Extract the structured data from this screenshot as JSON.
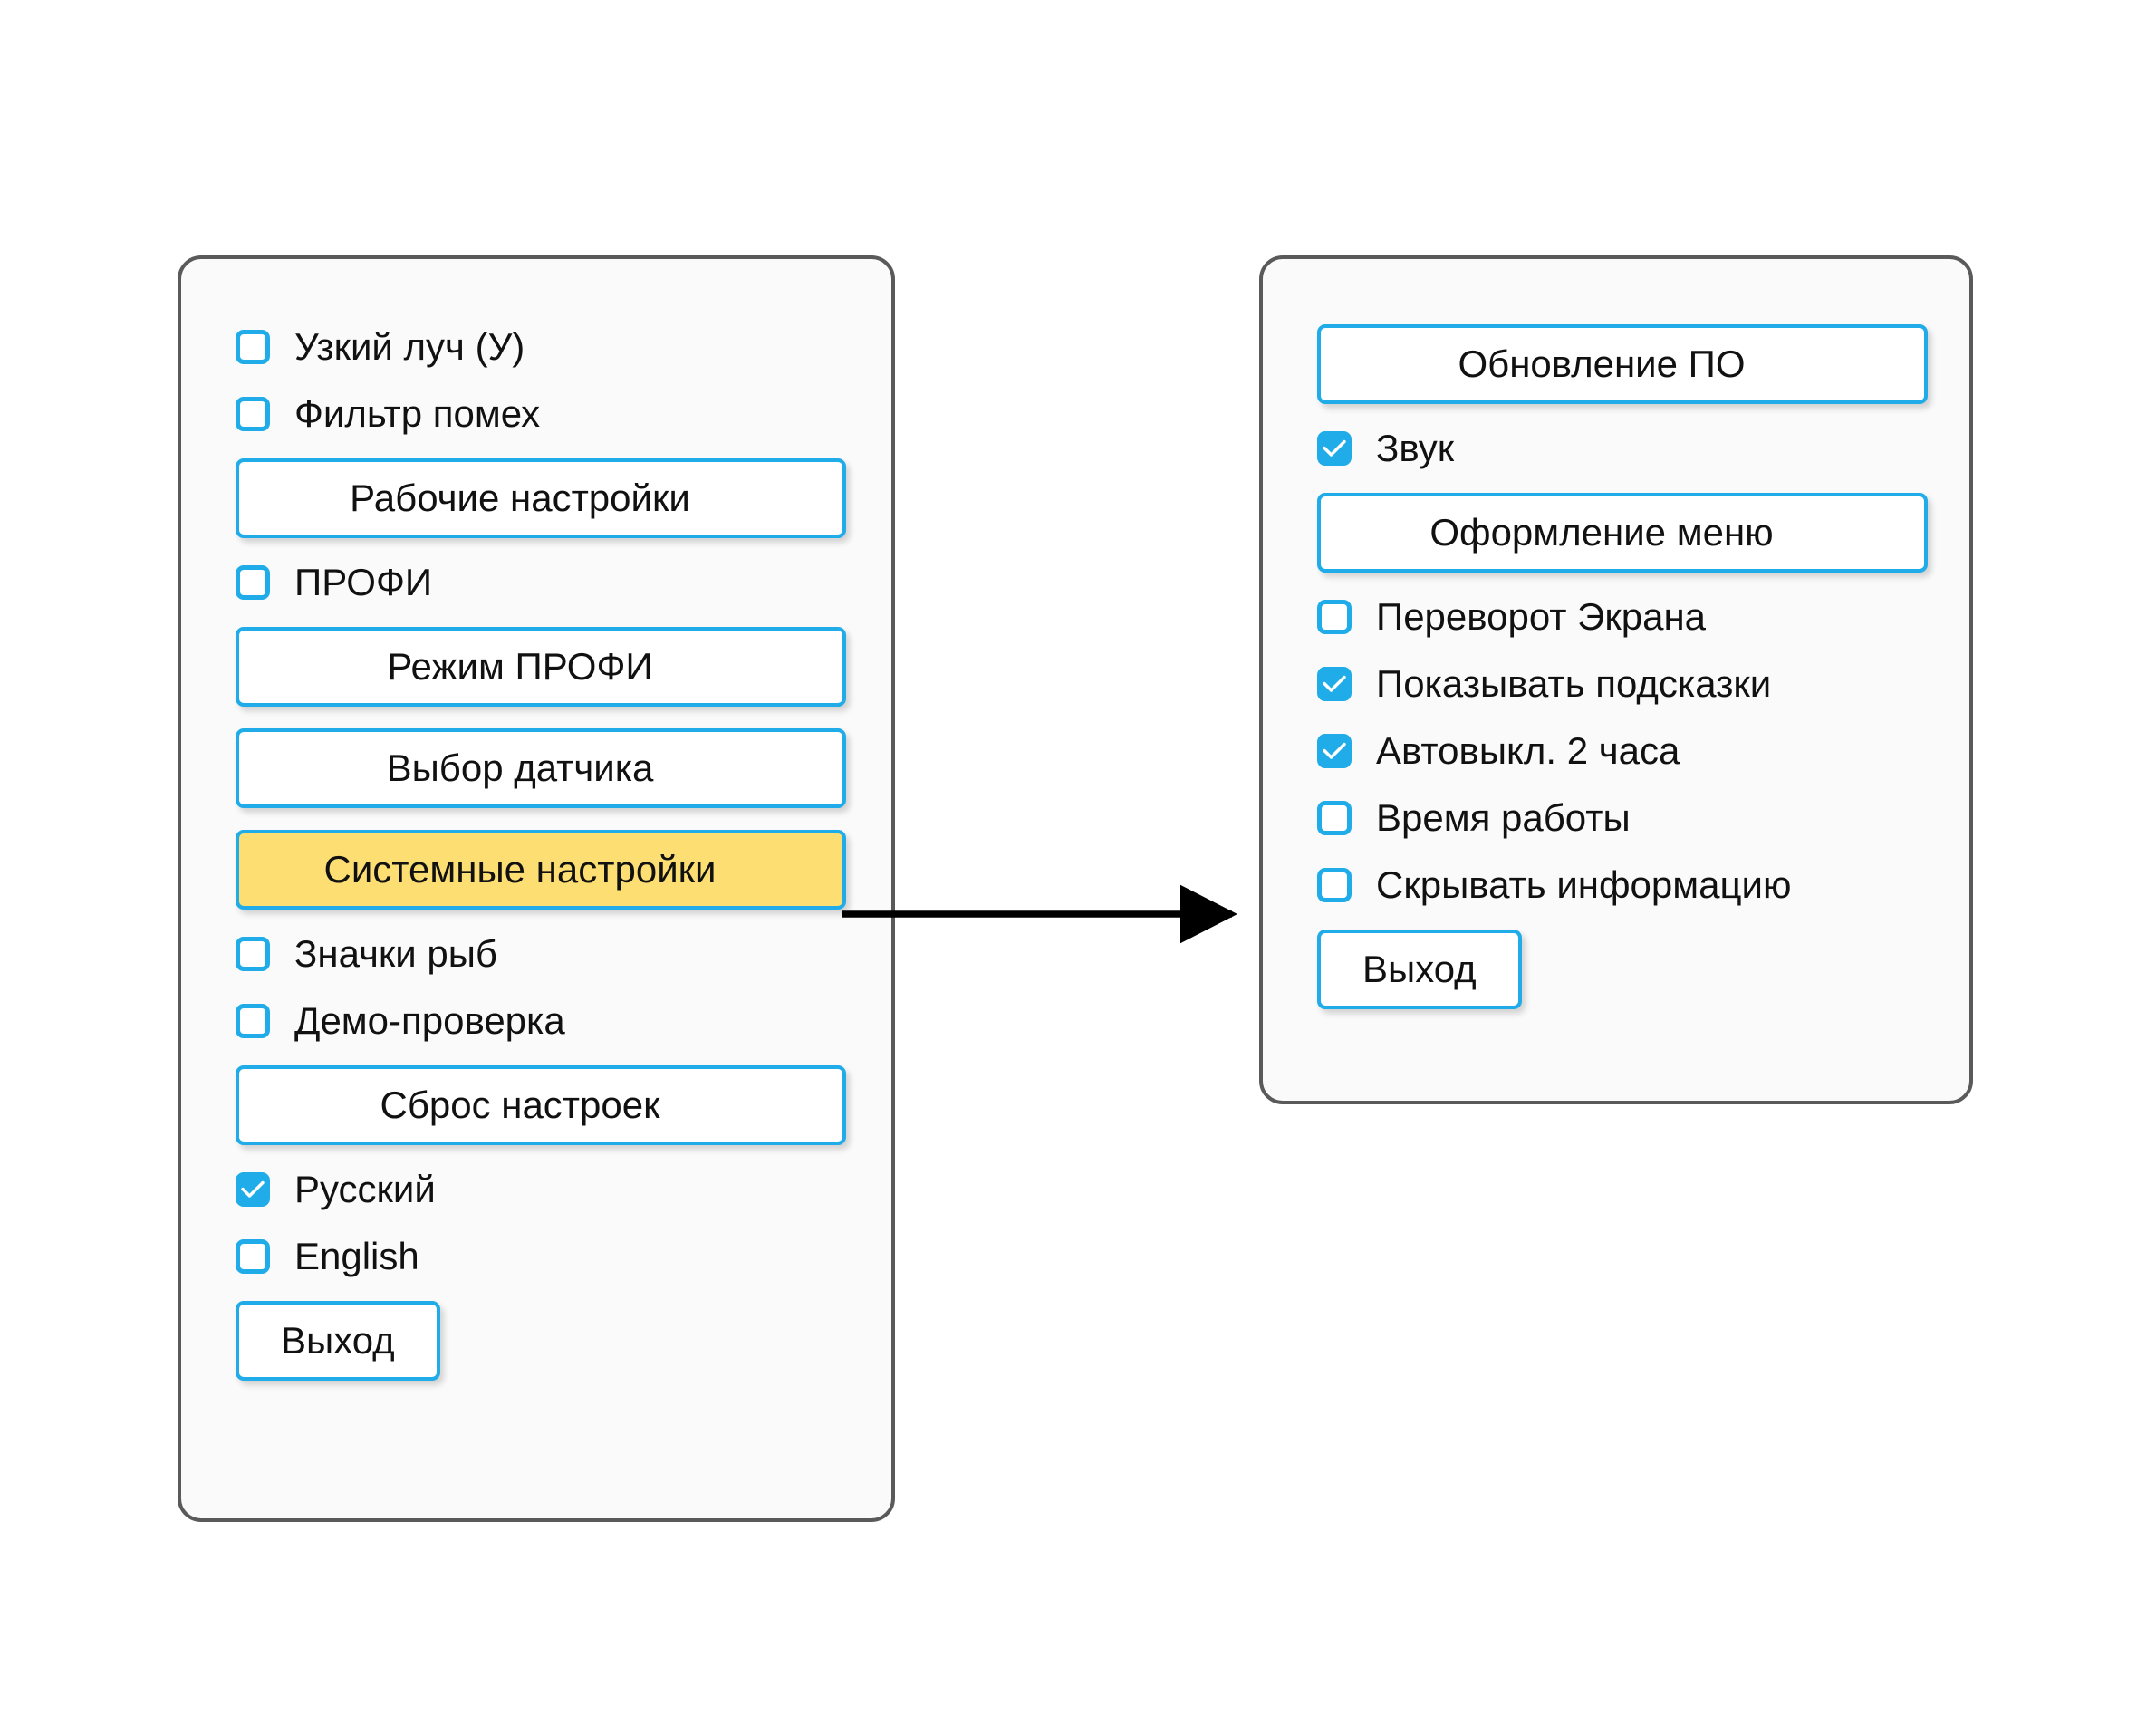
{
  "theme": {
    "accent_blue": "#1FACE8",
    "highlight_yellow": "#FCDE72",
    "panel_border": "#5A5A5A",
    "panel_background": "#FAFAFA",
    "text": "#111111"
  },
  "panels": [
    {
      "id": "main-menu",
      "name": "main-settings-menu",
      "items": [
        {
          "type": "checkbox",
          "label": "Узкий луч (У)",
          "checked": false
        },
        {
          "type": "checkbox",
          "label": "Фильтр помех",
          "checked": false
        },
        {
          "type": "button",
          "label": "Рабочие настройки",
          "width": "wide",
          "highlight": false
        },
        {
          "type": "checkbox",
          "label": "ПРОФИ",
          "checked": false
        },
        {
          "type": "button",
          "label": "Режим ПРОФИ",
          "width": "wide",
          "highlight": false
        },
        {
          "type": "button",
          "label": "Выбор датчика",
          "width": "wide",
          "highlight": false
        },
        {
          "type": "button",
          "label": "Системные настройки",
          "width": "wide",
          "highlight": true
        },
        {
          "type": "checkbox",
          "label": "Значки рыб",
          "checked": false
        },
        {
          "type": "checkbox",
          "label": "Демо-проверка",
          "checked": false
        },
        {
          "type": "button",
          "label": "Сброс настроек",
          "width": "wide",
          "highlight": false
        },
        {
          "type": "checkbox",
          "label": "Русский",
          "checked": true
        },
        {
          "type": "checkbox",
          "label": "English",
          "checked": false
        },
        {
          "type": "button",
          "label": "Выход",
          "width": "auto",
          "highlight": false
        }
      ]
    },
    {
      "id": "system-menu",
      "name": "system-settings-menu",
      "items": [
        {
          "type": "button",
          "label": "Обновление ПО",
          "width": "wide",
          "highlight": false
        },
        {
          "type": "checkbox",
          "label": "Звук",
          "checked": true
        },
        {
          "type": "button",
          "label": "Оформление меню",
          "width": "wide",
          "highlight": false
        },
        {
          "type": "checkbox",
          "label": "Переворот Экрана",
          "checked": false
        },
        {
          "type": "checkbox",
          "label": "Показывать подсказки",
          "checked": true
        },
        {
          "type": "checkbox",
          "label": "Автовыкл. 2 часа",
          "checked": true
        },
        {
          "type": "checkbox",
          "label": "Время работы",
          "checked": false
        },
        {
          "type": "checkbox",
          "label": "Скрывать информацию",
          "checked": false
        },
        {
          "type": "button",
          "label": "Выход",
          "width": "auto",
          "highlight": false
        }
      ]
    }
  ],
  "connector": {
    "name": "flow-arrow",
    "from": "Системные настройки",
    "to": "system-settings-menu"
  }
}
